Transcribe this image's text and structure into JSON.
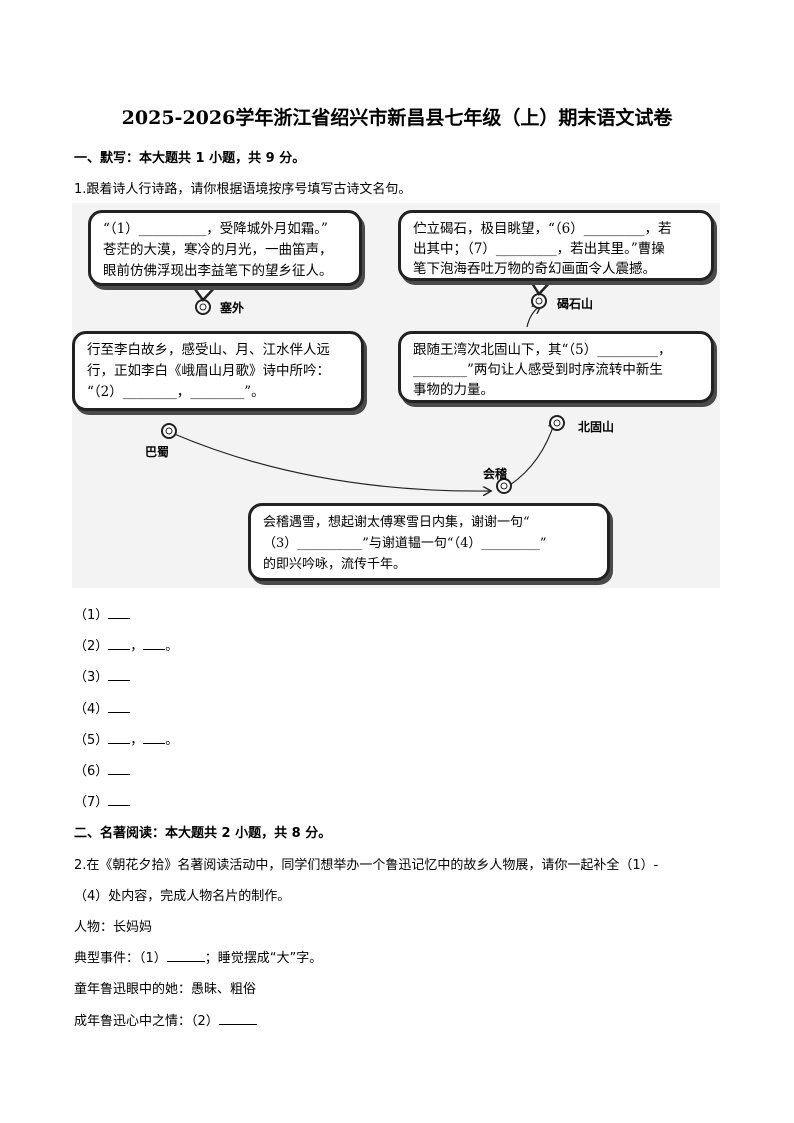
{
  "title": "2025-2026学年浙江省绍兴市新昌县七年级（上）期末语文试卷",
  "section1": {
    "heading": "一、默写：本大题共 1 小题，共 9 分。",
    "question": "1.跟着诗人行诗路，请你根据语境按序号填写古诗文名句。",
    "diagram": {
      "bubble_saiwai": [
        "“（1）__________，受降城外月如霜。”",
        "苍茫的大漠，寒冷的月光，一曲笛声，",
        "眼前仿佛浮现出李益笔下的望乡征人。"
      ],
      "bubble_jieshi": [
        "伫立碣石，极目眺望，“（6）_________，若",
        "出其中；（7）_________，若出其里。”曹操",
        "笔下泡海吞吐万物的奇幻画面令人震撼。"
      ],
      "bubble_bashu": [
        "行至李白故乡，感受山、月、江水伴人远",
        "行，正如李白《峨眉山月歌》诗中所吟：",
        "“（2）________，________”。"
      ],
      "bubble_beigu": [
        "跟随王湾次北固山下，其“（5）_________，",
        "________”两句让人感受到时序流转中新生",
        "事物的力量。"
      ],
      "bubble_kuaiji": [
        "会稽遇雪，想起谢太傅寒雪日内集，谢谢一句“",
        "（3）__________”与谢道韫一句“（4）_________”",
        "的即兴吟咏，流传千年。"
      ],
      "places": {
        "saiwai": "塞外",
        "jieshi": "碣石山",
        "bashu": "巴蜀",
        "beigu": "北固山",
        "kuaiji": "会稽"
      }
    },
    "answers": [
      {
        "label": "（1）",
        "blanks": 1
      },
      {
        "label": "（2）",
        "blanks": 2,
        "end": "。"
      },
      {
        "label": "（3）",
        "blanks": 1
      },
      {
        "label": "（4）",
        "blanks": 1
      },
      {
        "label": "（5）",
        "blanks": 2,
        "end": "。"
      },
      {
        "label": "（6）",
        "blanks": 1
      },
      {
        "label": "（7）",
        "blanks": 1
      }
    ],
    "sep": "，"
  },
  "section2": {
    "heading": "二、名著阅读：本大题共 2 小题，共 8 分。",
    "question_line1": "2.在《朝花夕拾》名著阅读活动中，同学们想举办一个鲁迅记忆中的故乡人物展，请你一起补全（1）-",
    "question_line2": "（4）处内容，完成人物名片的制作。",
    "person": "人物：长妈妈",
    "event_pre": "典型事件：（1）",
    "event_post": "；睡觉摆成“大”字。",
    "child_view": "童年鲁迅眼中的她：愚昧、粗俗",
    "adult_view": "成年鲁迅心中之情：（2）"
  }
}
